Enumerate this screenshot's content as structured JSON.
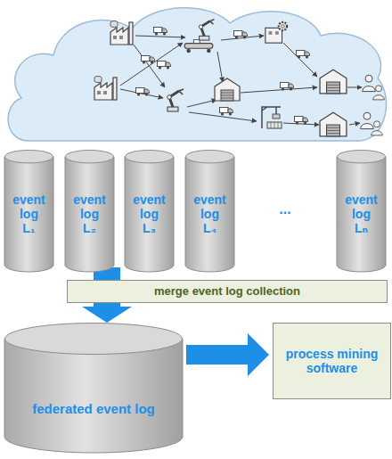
{
  "diagram": {
    "nodes": [
      {
        "text": [
          "event log L₁"
        ]
      },
      {
        "text": [
          "event log L₂"
        ]
      },
      {
        "text": [
          "event log L₃"
        ]
      },
      {
        "text": [
          "event log L₄"
        ]
      },
      {
        "text": [
          "event log Lₙ"
        ]
      },
      {
        "text": [
          "merge event log collection"
        ]
      },
      {
        "text": [
          "federated event log"
        ]
      },
      {
        "text": [
          "process mining software"
        ]
      }
    ],
    "edges": [
      {
        "from": 5,
        "to": 6,
        "arrow": "to"
      },
      {
        "from": 6,
        "to": 7,
        "arrow": "to"
      }
    ],
    "labels": [
      "..."
    ]
  }
}
